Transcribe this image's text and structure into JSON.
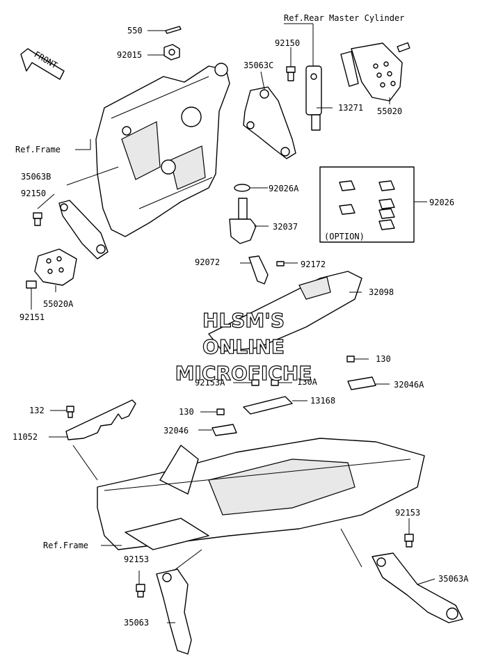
{
  "front_arrow": {
    "text": "FRONT"
  },
  "watermark": {
    "line1": "HLSM'S",
    "line2": "ONLINE",
    "line3": "MICROFICHE"
  },
  "option_box": {
    "label": "(OPTION)"
  },
  "labels": {
    "p550": "550",
    "p92015": "92015",
    "p92150_top": "92150",
    "p35063C": "35063C",
    "ref_rear_master": "Ref.Rear Master Cylinder",
    "p13271": "13271",
    "p55020": "55020",
    "ref_frame_top": "Ref.Frame",
    "p35063B": "35063B",
    "p92150_left": "92150",
    "p92026A": "92026A",
    "p92026": "92026",
    "p32037": "32037",
    "p55020A": "55020A",
    "p92151": "92151",
    "p92072": "92072",
    "p92172": "92172",
    "p32098": "32098",
    "p130_right": "130",
    "p92153A": "92153A",
    "p130A": "130A",
    "p32046A": "32046A",
    "p13168": "13168",
    "p132": "132",
    "p11052": "11052",
    "p130_left": "130",
    "p32046": "32046",
    "p92153_right": "92153",
    "ref_frame_bottom": "Ref.Frame",
    "p92153_left": "92153",
    "p35063A": "35063A",
    "p35063": "35063"
  }
}
